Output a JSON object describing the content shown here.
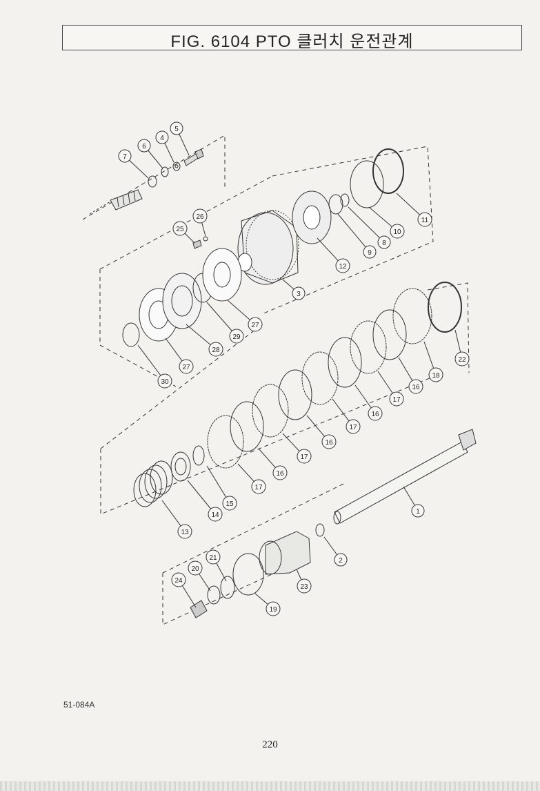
{
  "header": {
    "title": "FIG. 6104 PTO 클러치 운전관계"
  },
  "callouts": [
    "1",
    "2",
    "3",
    "4",
    "5",
    "6",
    "7",
    "8",
    "9",
    "10",
    "11",
    "12",
    "13",
    "14",
    "15",
    "16",
    "16",
    "16",
    "16",
    "17",
    "17",
    "17",
    "17",
    "18",
    "19",
    "20",
    "21",
    "22",
    "23",
    "24",
    "25",
    "26",
    "27",
    "27",
    "28",
    "29",
    "30"
  ],
  "footer": {
    "drawing_code": "51-084A",
    "page_number": "220"
  }
}
